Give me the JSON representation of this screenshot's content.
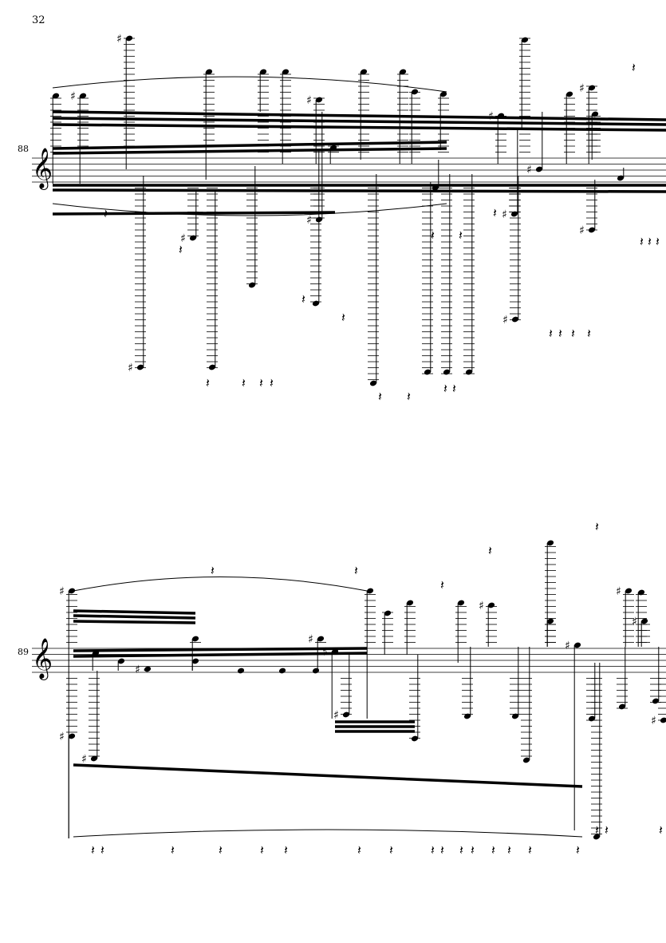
{
  "page_number": "32",
  "systems": [
    {
      "measure_number": "88",
      "clef": "treble"
    },
    {
      "measure_number": "89",
      "clef": "treble"
    }
  ]
}
